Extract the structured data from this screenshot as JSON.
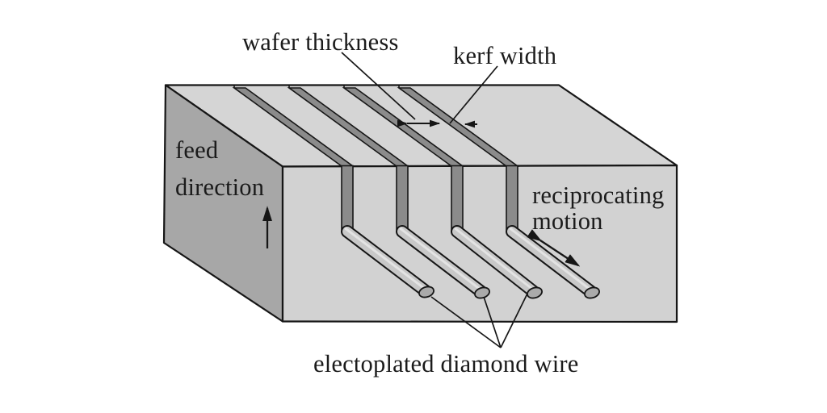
{
  "labels": {
    "wafer_thickness": "wafer thickness",
    "kerf_width": "kerf width",
    "feed_line1": "feed",
    "feed_line2": "direction",
    "recip_line1": "reciprocating",
    "recip_line2": "motion",
    "diamond_wire": "electoplated diamond wire"
  },
  "colors": {
    "background": "#ffffff",
    "ingot_top_face": "#d5d5d5",
    "ingot_front_face": "#d2d2d2",
    "ingot_side_face": "#a7a7a7",
    "kerf_slot": "#8b8b8b",
    "wire_body": "#c8c8c8",
    "wire_highlight": "#e6e6e6",
    "wire_end_cap": "#aaaaaa",
    "outline": "#161616",
    "text": "#1b1b1b"
  }
}
